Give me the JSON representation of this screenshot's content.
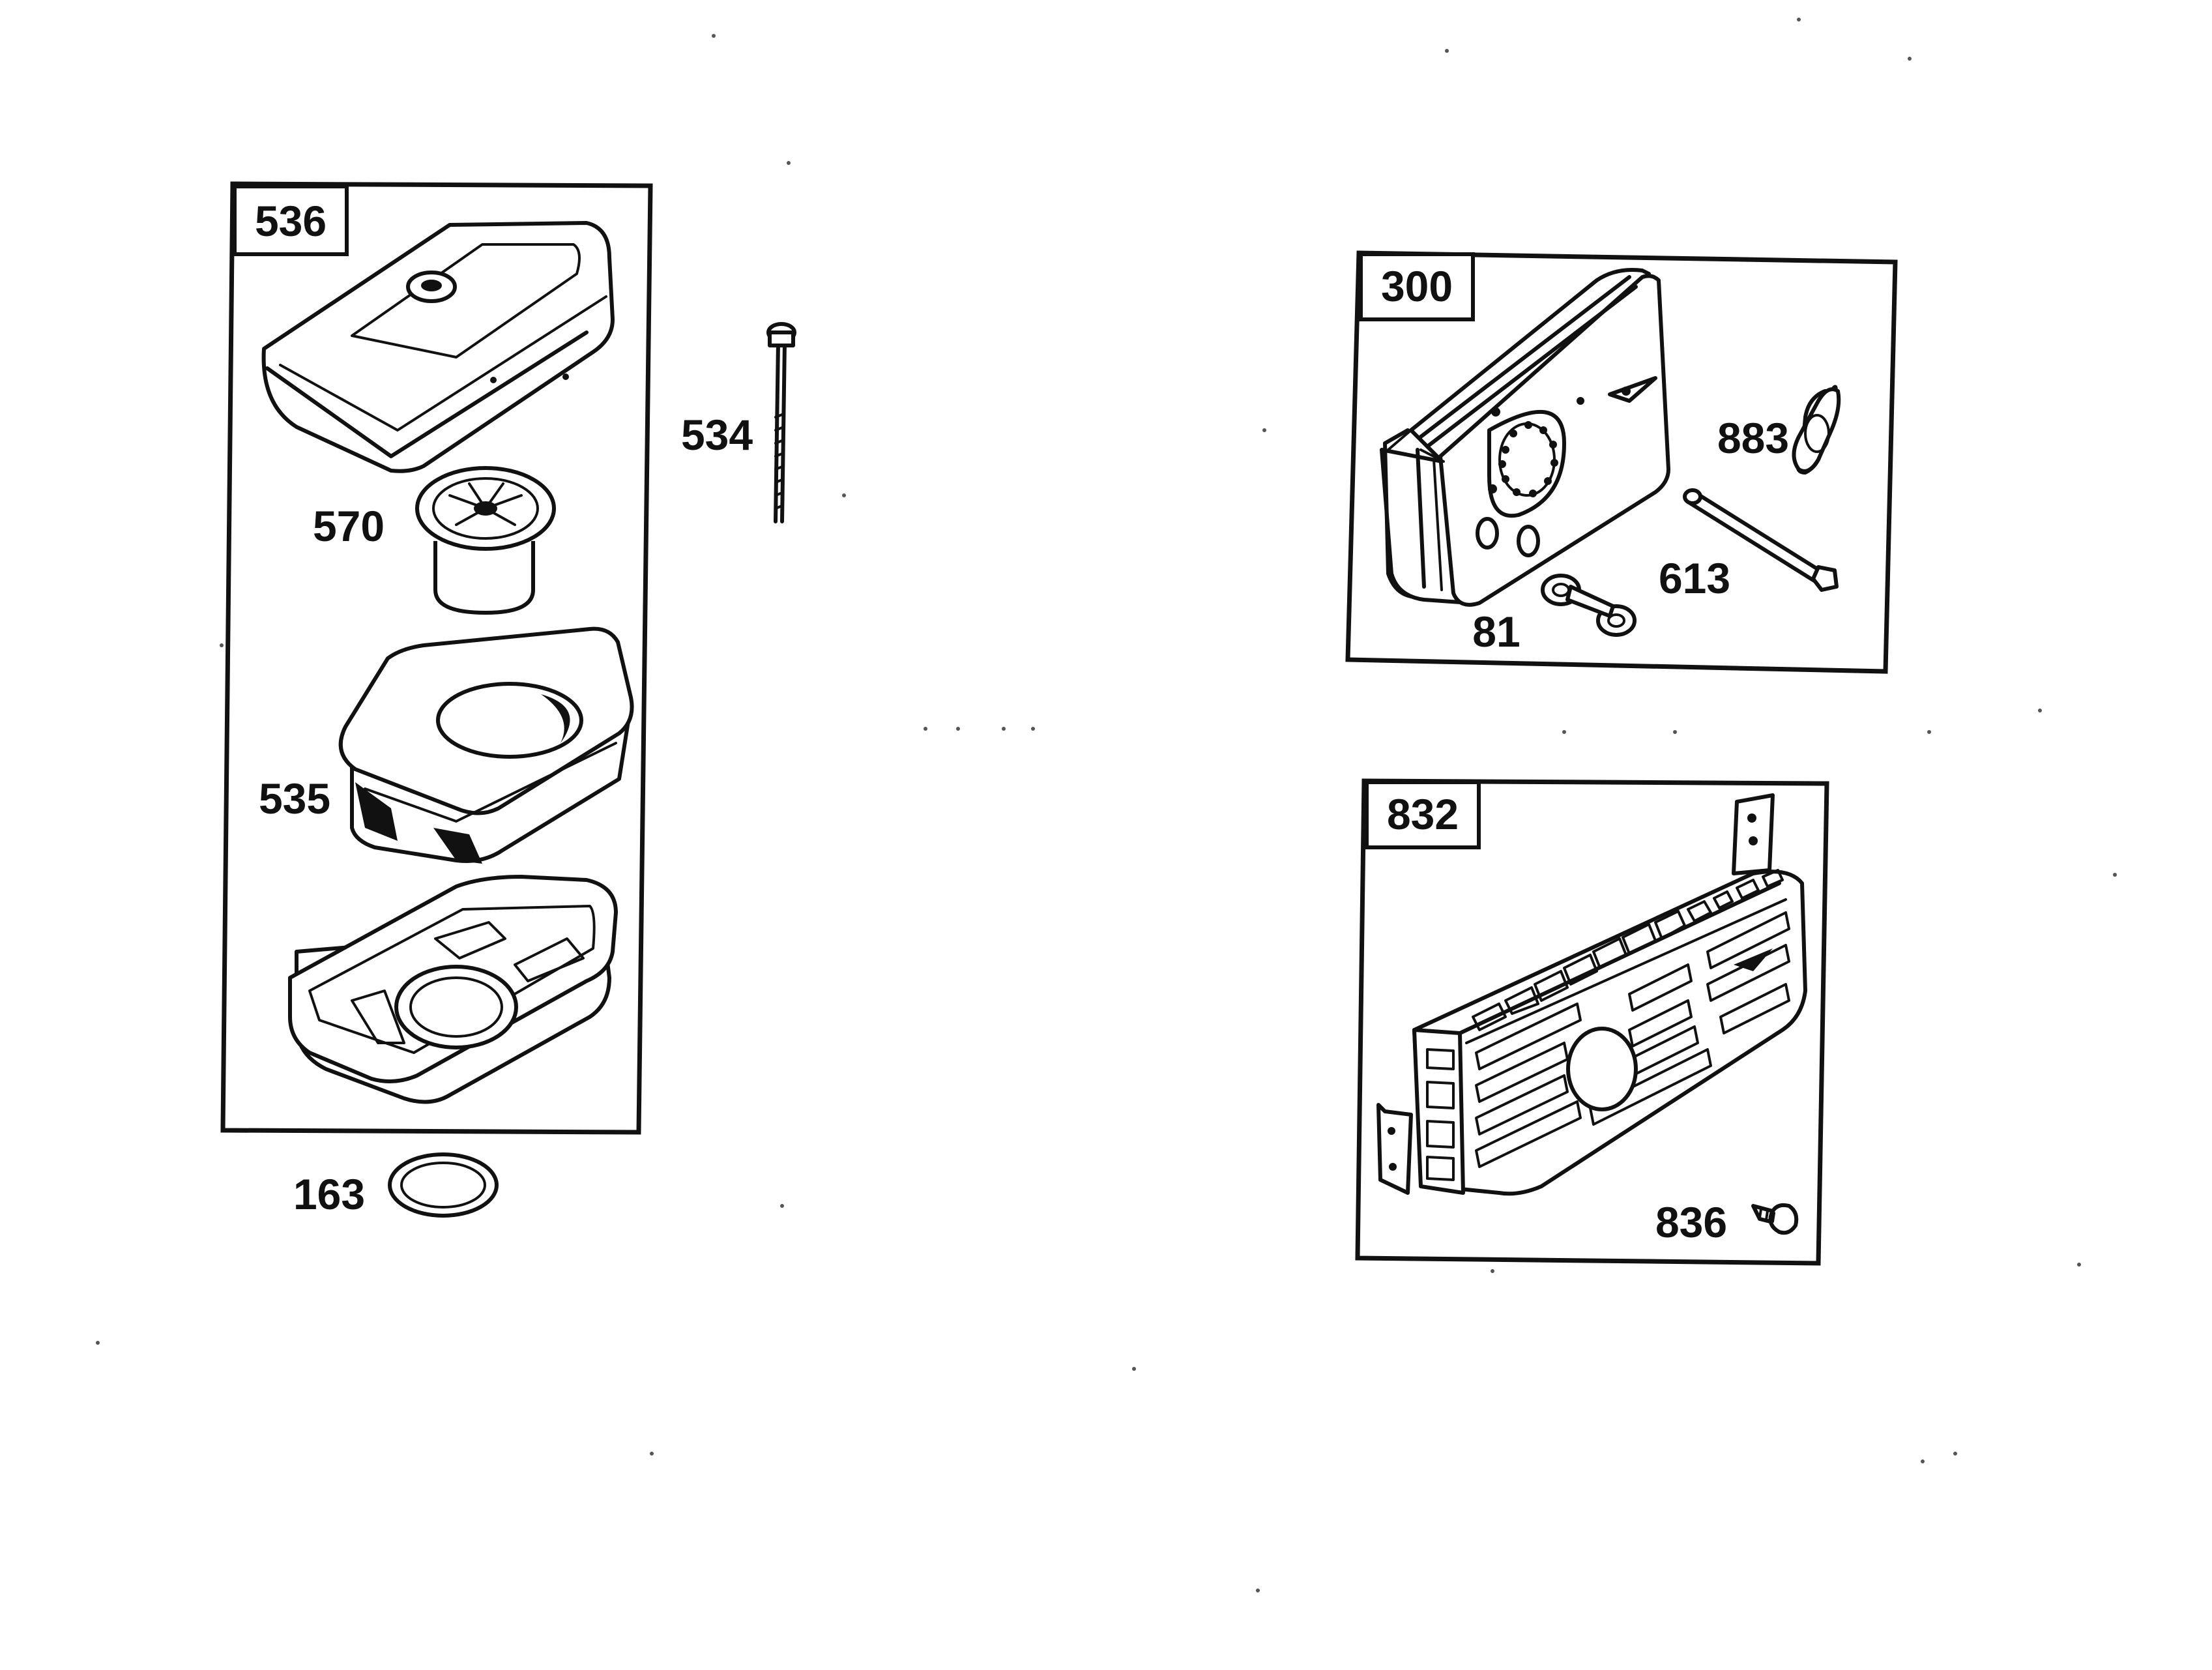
{
  "callouts": {
    "air_cleaner_kit": "536",
    "bolt": "534",
    "pre_cleaner": "570",
    "filter_cartridge": "535",
    "seal_ring": "163",
    "muffler_kit": "300",
    "muffler_gasket": "883",
    "stud": "613",
    "lock_plate": "81",
    "muffler_guard": "832",
    "guard_screw": "836"
  },
  "colors": {
    "ink": "#111111",
    "paper": "#ffffff"
  },
  "icons": [
    "air-cleaner-cover-icon",
    "pre-cleaner-icon",
    "filter-cartridge-icon",
    "air-cleaner-base-icon",
    "seal-ring-icon",
    "bolt-icon",
    "muffler-icon",
    "gasket-icon",
    "stud-icon",
    "lock-plate-icon",
    "muffler-guard-icon",
    "screw-icon"
  ]
}
